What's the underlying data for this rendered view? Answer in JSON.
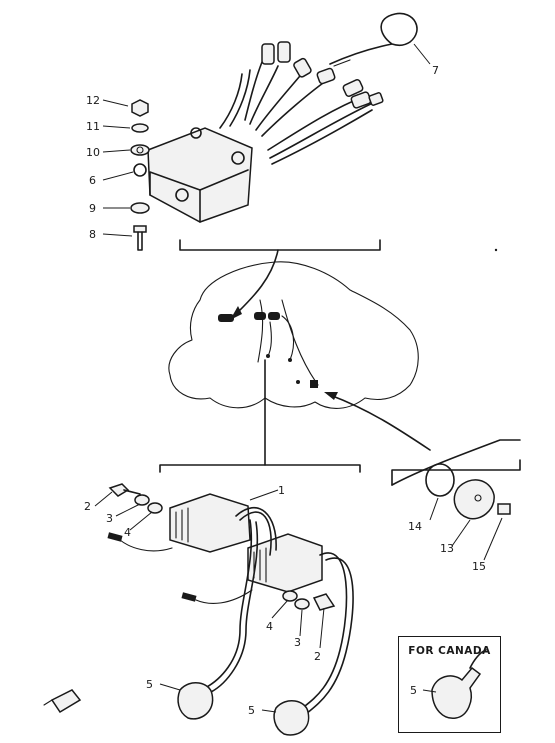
{
  "callouts": {
    "c1": "1",
    "c2a": "2",
    "c2b": "2",
    "c3a": "3",
    "c3b": "3",
    "c4a": "4",
    "c4b": "4",
    "c5a": "5",
    "c5b": "5",
    "c5c": "5",
    "c6": "6",
    "c7": "7",
    "c8": "8",
    "c9": "9",
    "c10": "10",
    "c11": "11",
    "c12": "12",
    "c13": "13",
    "c14": "14",
    "c15": "15"
  },
  "inset": {
    "title": "FOR CANADA"
  }
}
